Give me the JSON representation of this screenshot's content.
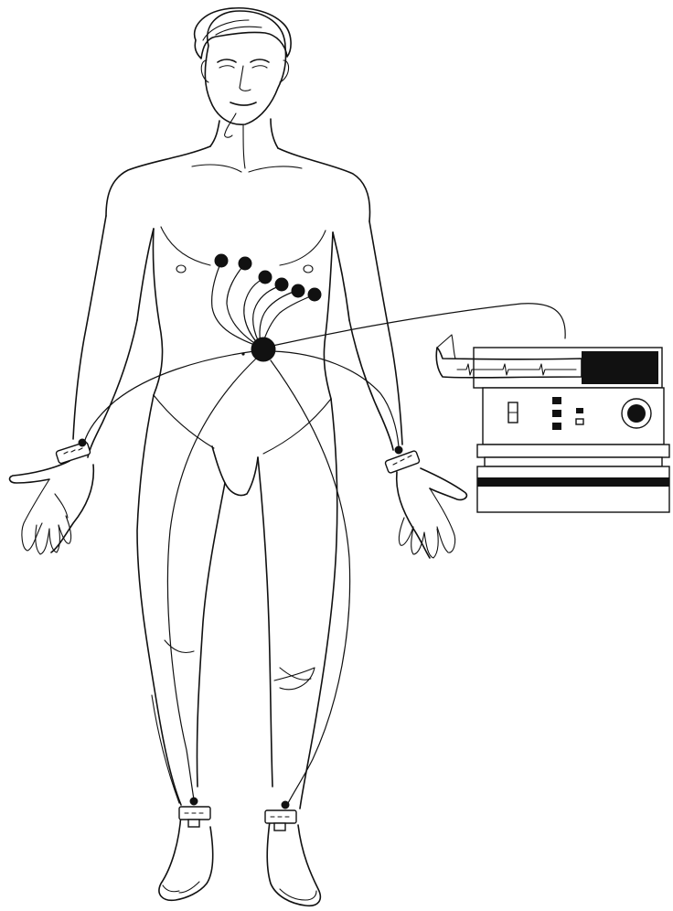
{
  "illustration": {
    "subject": "standing-figure",
    "chest_electrodes": 6,
    "limb_electrodes": [
      "right-wrist",
      "left-wrist",
      "right-ankle",
      "left-ankle"
    ],
    "colors": {
      "ink": "#111111",
      "paper": "#ffffff"
    }
  },
  "icons": {
    "machine": "ecg-machine-icon",
    "junction": "lead-junction-box-icon",
    "paper_strip": "ecg-paper-strip-icon",
    "dial": "dial-knob-icon"
  }
}
